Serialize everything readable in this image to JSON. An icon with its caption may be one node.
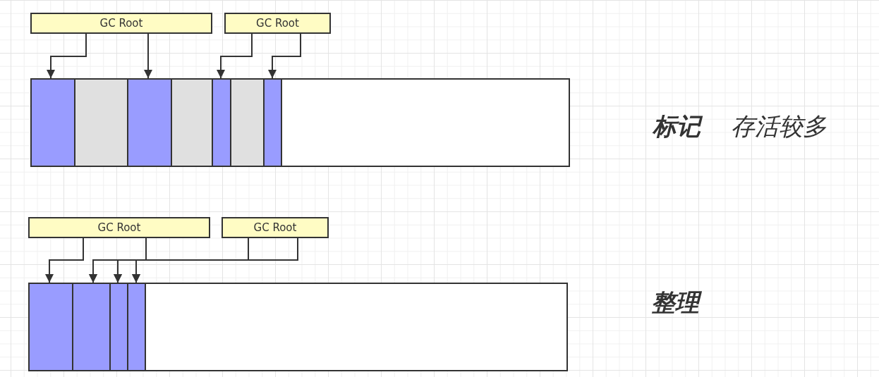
{
  "diagram": {
    "nodes": [
      {
        "text": [
          "GC Root"
        ]
      },
      {
        "text": [
          "GC Root"
        ]
      },
      {
        "text": [],
        "shape": "bar"
      },
      {
        "text": [],
        "shape": "box",
        "in": 2
      },
      {
        "text": [],
        "shape": "box",
        "in": 2
      },
      {
        "text": [],
        "shape": "box",
        "in": 2
      },
      {
        "text": [],
        "shape": "box",
        "in": 2
      },
      {
        "text": [],
        "shape": "box",
        "in": 2
      },
      {
        "text": [],
        "shape": "box",
        "in": 2
      },
      {
        "text": [],
        "shape": "box",
        "in": 2
      },
      {
        "text": [
          "GC Root"
        ]
      },
      {
        "text": [
          "GC Root"
        ]
      },
      {
        "text": [],
        "shape": "bar"
      },
      {
        "text": [],
        "shape": "box",
        "in": 12
      },
      {
        "text": [],
        "shape": "box",
        "in": 12
      },
      {
        "text": [],
        "shape": "box",
        "in": 12
      },
      {
        "text": [],
        "shape": "box",
        "in": 12
      }
    ],
    "edges": [
      {
        "from": 0,
        "to": 3,
        "arrow": "to"
      },
      {
        "from": 0,
        "to": 5,
        "arrow": "to"
      },
      {
        "from": 1,
        "to": 7,
        "arrow": "to"
      },
      {
        "from": 1,
        "to": 9,
        "arrow": "to"
      },
      {
        "from": 10,
        "to": 13,
        "arrow": "to"
      },
      {
        "from": 10,
        "to": 14,
        "arrow": "to"
      },
      {
        "from": 10,
        "to": 15,
        "arrow": "to"
      },
      {
        "from": 10,
        "to": 16,
        "arrow": "to"
      },
      {
        "from": 11,
        "to": 14,
        "arrow": "to"
      },
      {
        "from": 11,
        "to": 15,
        "arrow": "to"
      },
      {
        "from": 11,
        "to": 16,
        "arrow": "to"
      }
    ],
    "labels": [
      "标记",
      "存活较多",
      "整理"
    ]
  }
}
